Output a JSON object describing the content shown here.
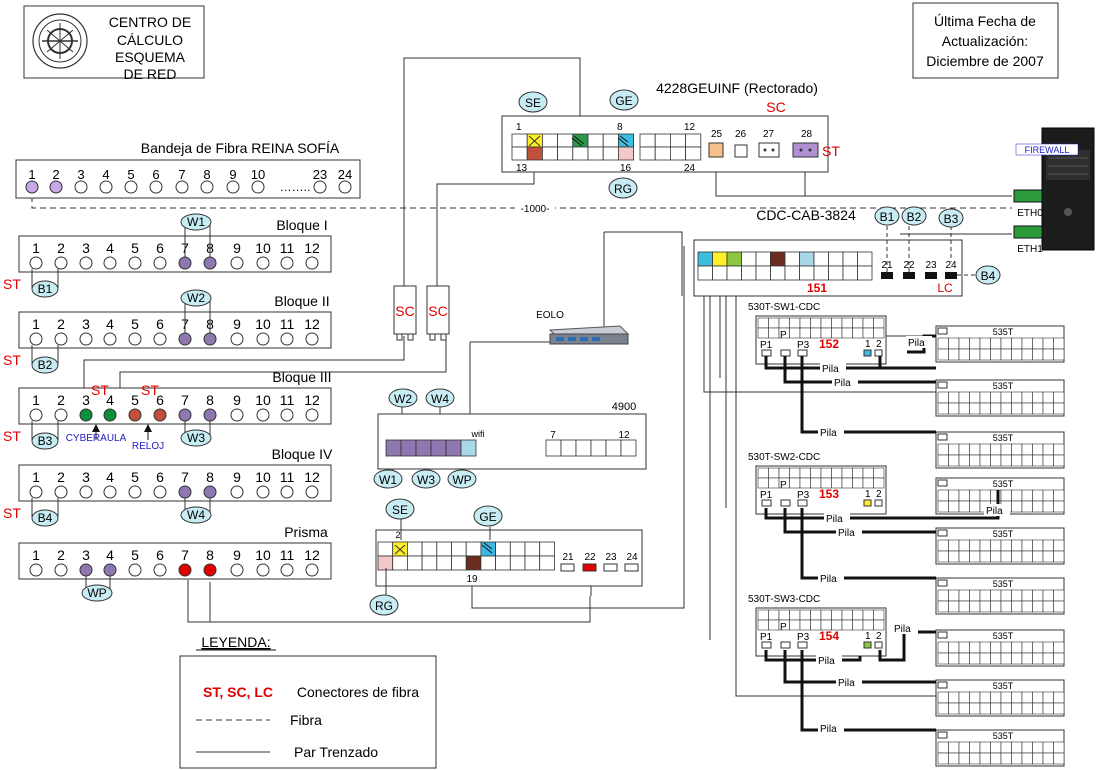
{
  "title": {
    "line1": "CENTRO DE",
    "line2": "CÁLCULO",
    "line3": "ESQUEMA",
    "line4": "DE  RED"
  },
  "update": {
    "line1": "Última Fecha de",
    "line2": "Actualización:",
    "line3": "Diciembre de 2007"
  },
  "rectorado": {
    "title": "4228GEUINF (Rectorado)",
    "sc": "SC",
    "st": "ST",
    "p1": "1",
    "p8": "8",
    "p12": "12",
    "p13": "13",
    "p16": "16",
    "p24": "24",
    "p25": "25",
    "p26": "26",
    "p27": "27",
    "p28": "28",
    "se": "SE",
    "ge": "GE",
    "rg": "RG"
  },
  "bandeja": {
    "title": "Bandeja de Fibra REINA SOFÍA",
    "ports": [
      "1",
      "2",
      "3",
      "4",
      "5",
      "6",
      "7",
      "8",
      "9",
      "10"
    ],
    "dots": "……..",
    "p23": "23",
    "p24": "24",
    "fibra": "-1000-"
  },
  "bloques": [
    {
      "title": "Bloque I",
      "side": "ST",
      "oval": "B1",
      "wtag": "W1"
    },
    {
      "title": "Bloque II",
      "side": "ST",
      "oval": "B2",
      "wtag": "W2"
    },
    {
      "title": "Bloque III",
      "side": "ST",
      "oval": "B3",
      "wtag": "W3",
      "st_top1": "ST",
      "st_top2": "ST",
      "cyber": "CYBERAULA",
      "reloj": "RELOJ"
    },
    {
      "title": "Bloque IV",
      "side": "ST",
      "oval": "B4",
      "wtag": "W4"
    },
    {
      "title": "Prisma",
      "side": "",
      "oval": "",
      "wtag": "WP"
    }
  ],
  "ports12": [
    "1",
    "2",
    "3",
    "4",
    "5",
    "6",
    "7",
    "8",
    "9",
    "10",
    "11",
    "12"
  ],
  "sc_left": "SC",
  "sc_right": "SC",
  "cdc": {
    "title": "CDC-CAB-3824",
    "p21": "21",
    "p22": "22",
    "p23": "23",
    "p24": "24",
    "num": "151",
    "lc": "LC",
    "b1": "B1",
    "b2": "B2",
    "b3": "B3",
    "b4": "B4"
  },
  "firewall": {
    "label": "FIREWALL",
    "eth0": "ETH0",
    "eth1": "ETH1"
  },
  "eolo": "EOLO",
  "s4900": {
    "title": "4900",
    "wifi": "wifi",
    "p7": "7",
    "p12": "12",
    "w2": "W2",
    "w4": "W4",
    "w1": "W1",
    "w3": "W3",
    "wp": "WP"
  },
  "bottom_sw": {
    "se": "SE",
    "ge": "GE",
    "rg": "RG",
    "p2": "2",
    "p19": "19",
    "p21": "21",
    "p22": "22",
    "p23": "23",
    "p24": "24"
  },
  "switches": [
    {
      "title": "530T-SW1-CDC",
      "num": "152"
    },
    {
      "title": "530T-SW2-CDC",
      "num": "153"
    },
    {
      "title": "530T-SW3-CDC",
      "num": "154"
    }
  ],
  "sw_ports": {
    "p1": "P1",
    "p": "P",
    "p3": "P3",
    "n1": "1",
    "n2": "2"
  },
  "pila": "Pila",
  "t535": "535T",
  "legend": {
    "title": "LEYENDA:",
    "connectors": "ST, SC, LC",
    "connectors_desc": "Conectores de fibra",
    "fibra": "Fibra",
    "par": "Par Trenzado"
  },
  "colors": {
    "purple": "#8f78b0",
    "green": "#0a8f3c",
    "red": "#e10000",
    "darkred": "#c0503c",
    "brown": "#6b2d1f",
    "cyan": "#3db8e6",
    "yellow": "#ffef2a",
    "lime": "#8ec63f",
    "pink": "#f2c8c8",
    "orange": "#f5c08a",
    "lightblue": "#a8d8e8",
    "oval": "#c8ecf4"
  }
}
